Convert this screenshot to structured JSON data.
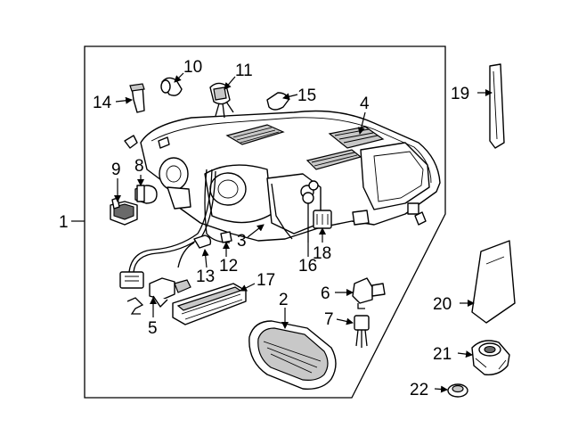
{
  "callouts": {
    "c1": "1",
    "c2": "2",
    "c3": "3",
    "c4": "4",
    "c5": "5",
    "c6": "6",
    "c7": "7",
    "c8": "8",
    "c9": "9",
    "c10": "10",
    "c11": "11",
    "c12": "12",
    "c13": "13",
    "c14": "14",
    "c15": "15",
    "c16": "16",
    "c17": "17",
    "c18": "18",
    "c19": "19",
    "c20": "20",
    "c21": "21",
    "c22": "22"
  },
  "icons": {
    "arrowhead": "arrowhead-icon"
  }
}
